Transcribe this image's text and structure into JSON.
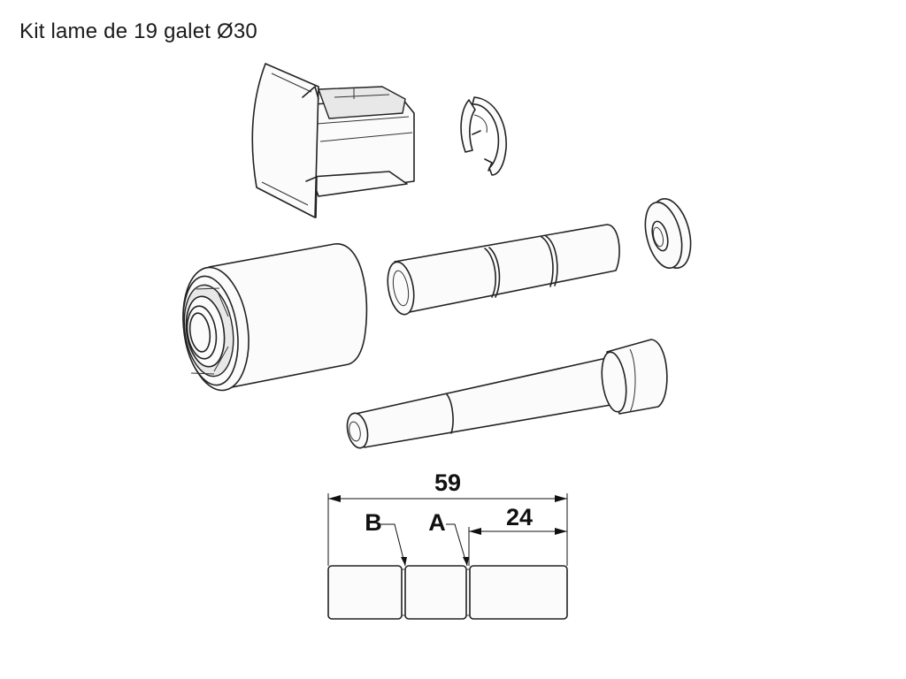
{
  "title": "Kit lame de 19 galet Ø30",
  "dimensions": {
    "overall": "59",
    "right_segment": "24",
    "label_a": "A",
    "label_b": "B"
  },
  "colors": {
    "line": "#222222",
    "background": "#ffffff",
    "accent_fill": "#e8e8e8"
  }
}
